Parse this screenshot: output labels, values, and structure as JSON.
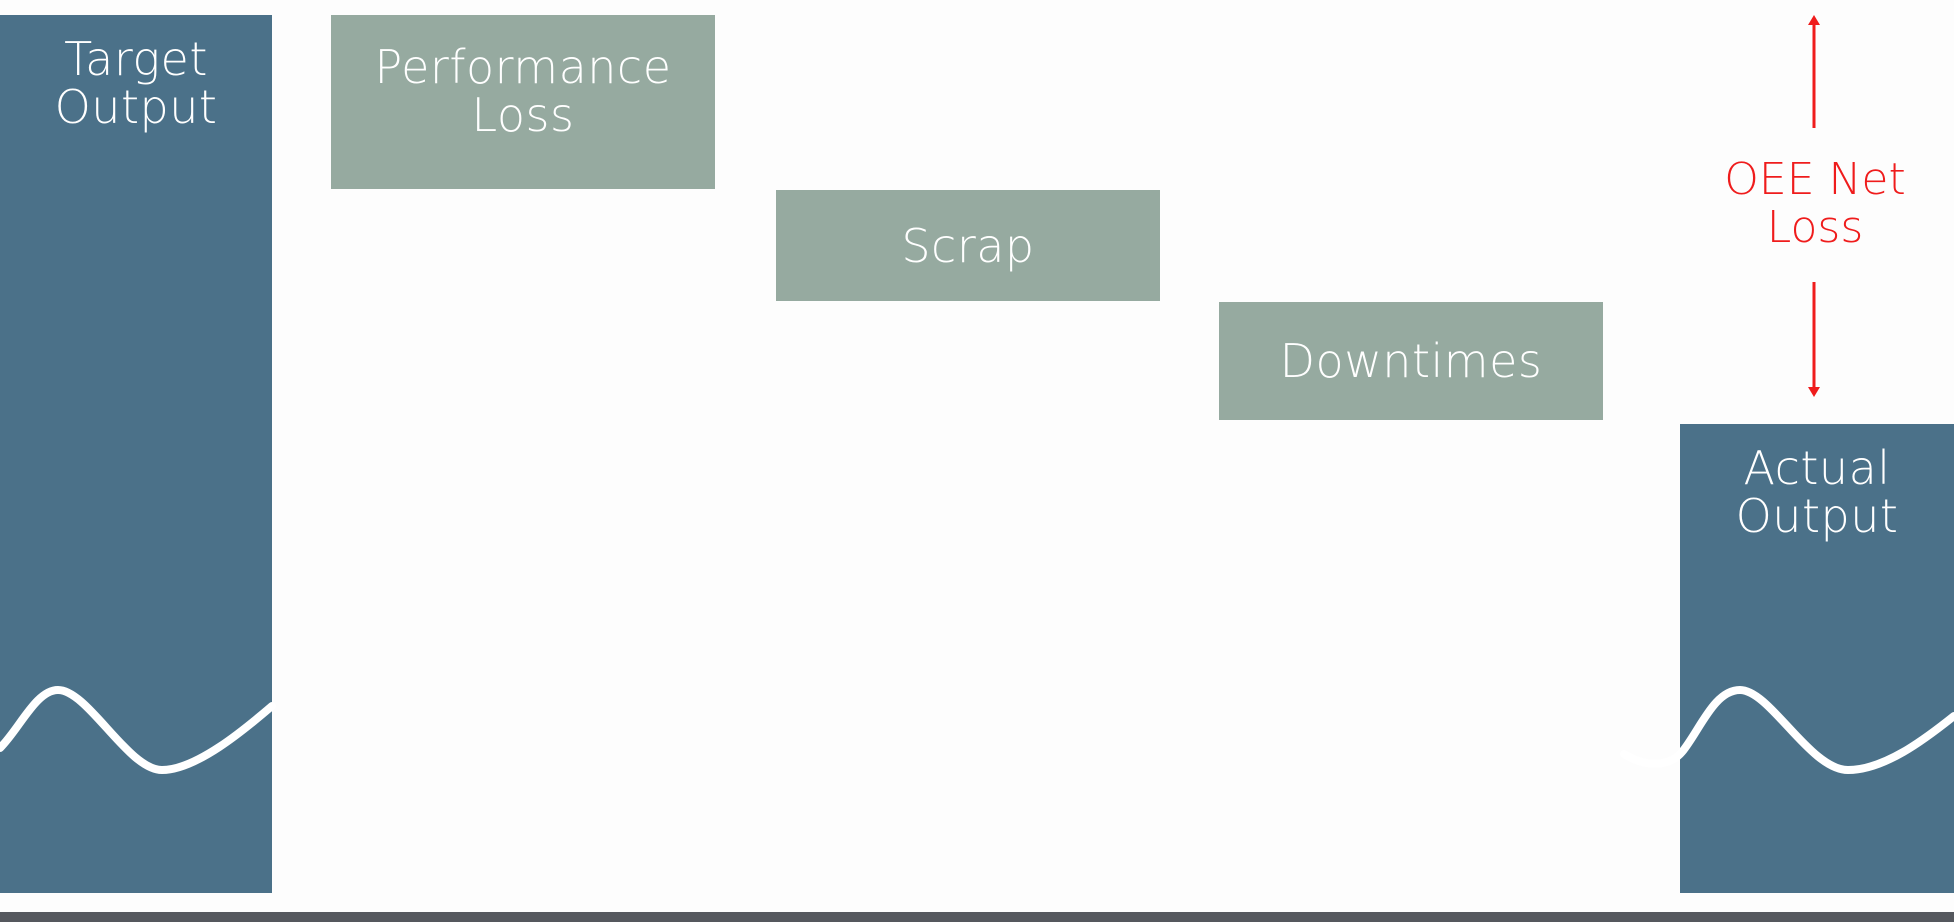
{
  "diagram": {
    "type": "waterfall",
    "bars": [
      {
        "id": "target",
        "label_lines": [
          "Target",
          "Output"
        ],
        "kind": "total"
      },
      {
        "id": "performance",
        "label_lines": [
          "Performance",
          "Loss"
        ],
        "kind": "loss"
      },
      {
        "id": "scrap",
        "label_lines": [
          "Scrap"
        ],
        "kind": "loss"
      },
      {
        "id": "downtimes",
        "label_lines": [
          "Downtimes"
        ],
        "kind": "loss"
      },
      {
        "id": "actual",
        "label_lines": [
          "Actual",
          "Output"
        ],
        "kind": "total"
      }
    ],
    "net_loss": {
      "label_lines": [
        "OEE Net",
        "Loss"
      ]
    },
    "colors": {
      "total": "#4b7189",
      "loss": "#96aaa0",
      "net_loss": "#ef1c1c",
      "break_line": "#ffffff",
      "bottom_strip": "#55585e"
    }
  }
}
